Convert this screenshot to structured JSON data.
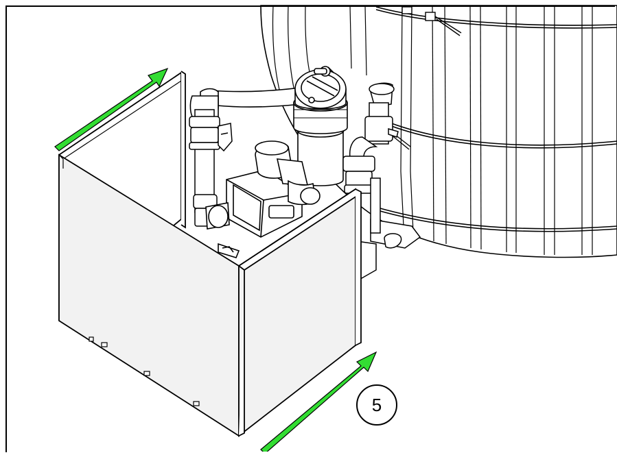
{
  "step": {
    "number": "5"
  },
  "colors": {
    "arrow": "#33dd33",
    "line": "#000000",
    "panel_face": "#f2f2f2",
    "panel_edge": "#ffffff",
    "fill_light": "#ffffff"
  },
  "parts": {
    "arrows": [
      "move-arrow-top",
      "move-arrow-bottom"
    ],
    "cover": "enclosure-cover",
    "assembly": [
      "pool-wall",
      "hose",
      "filter-housing",
      "pump",
      "valve",
      "pipes",
      "tensioner-wires"
    ]
  }
}
